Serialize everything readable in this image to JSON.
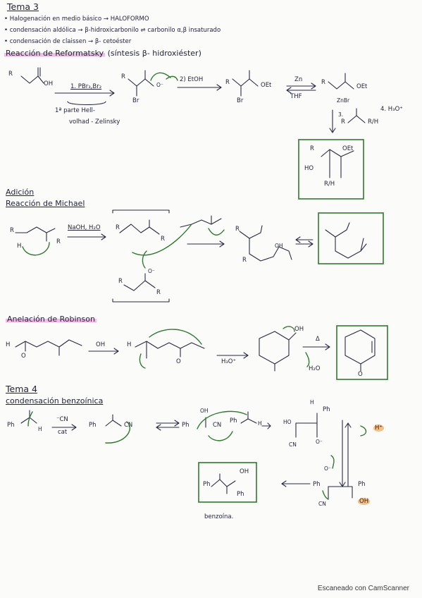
{
  "tema3": {
    "title": "Tema 3",
    "bullets": [
      "• Halogenación en medio básico → HALOFORMO",
      "• condensación aldólica → β-hidroxicarbonilo ⇌ carbonilo α,β insaturado",
      "• condensación de claissen → β- cetoéster"
    ]
  },
  "reformatsky": {
    "title": "Reacción de Reformatsky",
    "subtitle": "(síntesis β- hidroxiéster)",
    "step1": "1. PBr₃,Br₂",
    "step2": "2) EtOH",
    "reagent_zn": "Zn",
    "solvent": "THF",
    "step3": "3.",
    "step4": "4. H₃O⁺",
    "hvz_line1": "1ª parte Hell-",
    "hvz_line2": "volhad - Zelinsky",
    "labels": {
      "r1": "R",
      "oh": "OH",
      "r2": "R",
      "br1": "Br",
      "o_minus": "O⁻",
      "r3": "R",
      "oet1": "OEt",
      "br2": "Br",
      "r4": "R",
      "oet2": "OEt",
      "znbr": "ZnBr",
      "r5": "R",
      "rh": "R/H",
      "p_oet": "OEt",
      "p_ho": "HO",
      "p_r": "R",
      "p_rh": "R/H"
    }
  },
  "michael": {
    "header": "Adición",
    "title": "Reacción de Michael",
    "reagent": "NaOH, H₂O",
    "labels": {
      "r": "R",
      "h": "H",
      "r2": "R",
      "r3": "R",
      "r4": "R",
      "oh": "OH",
      "r5": "R",
      "r6": "R",
      "r7": "R",
      "r8": "R",
      "o_minus": "O⁻"
    }
  },
  "robinson": {
    "title": "Anelación de Robinson",
    "reagent": "OH",
    "acid": "H₃O⁺",
    "delta": "Δ",
    "water": "H₂O",
    "labels": {
      "h1": "H",
      "h2": "H",
      "o1": "O",
      "o2": "O",
      "oh": "OH",
      "o3": "O"
    }
  },
  "tema4": {
    "title": "Tema 4",
    "subtitle": "condensación benzoínica",
    "reagent": "⁻CN",
    "catalyst": "cat",
    "labels": {
      "ph1": "Ph",
      "h1": "H",
      "ph2": "Ph",
      "cn1": "CN",
      "oh1": "OH",
      "ph3": "Ph",
      "cn2": "CN",
      "ph4": "Ph",
      "h2": "H",
      "ho": "HO",
      "ph5": "Ph",
      "cn3": "CN",
      "o_minus1": "O⁻",
      "h3": "H",
      "h_plus": "H⁺",
      "o_minus2": "O⁻",
      "ph6": "Ph",
      "ph7": "Ph",
      "cn4": "CN",
      "oh2": "OH",
      "p_ph1": "Ph",
      "p_oh": "OH",
      "p_ph2": "Ph"
    },
    "product_name": "benzoína."
  },
  "footer": "Escaneado con CamScanner"
}
